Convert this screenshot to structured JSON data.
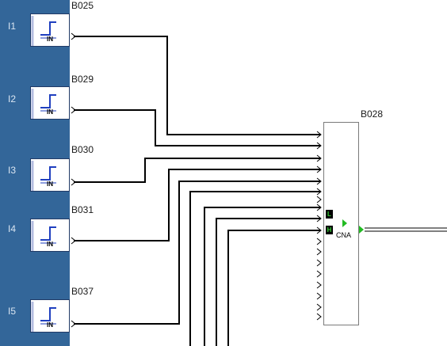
{
  "inputs": [
    {
      "label": "I1",
      "block": "B025",
      "tag": "IN"
    },
    {
      "label": "I2",
      "block": "B029",
      "tag": "IN"
    },
    {
      "label": "I3",
      "block": "B030",
      "tag": "IN"
    },
    {
      "label": "I4",
      "block": "B031",
      "tag": "IN"
    },
    {
      "label": "I5",
      "block": "B037",
      "tag": "IN"
    }
  ],
  "function_block": {
    "id": "B028",
    "label": "CNA",
    "pin_l": "L",
    "pin_h": "H"
  },
  "colors": {
    "input_bar": "#336699",
    "wire": "#000000",
    "status_green": "#22bb22"
  },
  "icons": [
    "step-signal-icon",
    "input-arrow-icon",
    "output-arrow-icon"
  ]
}
